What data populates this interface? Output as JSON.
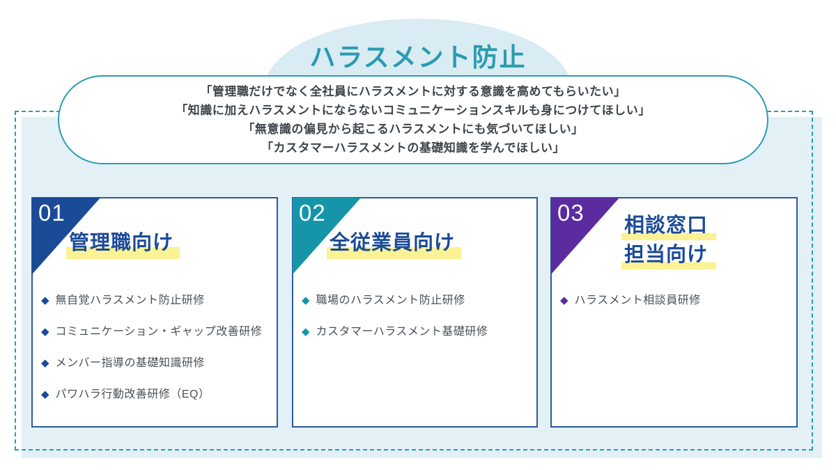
{
  "header": {
    "title": "ハラスメント防止"
  },
  "bubble": {
    "lines": [
      "「管理職だけでなく全社員にハラスメントに対する意識を高めてもらいたい」",
      "「知識に加えハラスメントにならないコミュニケーションスキルも身につけてほしい」",
      "「無意識の偏見から起こるハラスメントにも気づいてほしい」",
      "「カスタマーハラスメントの基礎知識を学んでほしい」"
    ]
  },
  "icons": {
    "bullet": "◆"
  },
  "colors": {
    "title_teal": "#2a9bb0",
    "navy": "#1b4b97",
    "teal": "#1695a9",
    "purple": "#5a2ca0",
    "card_border": "#2d5a9e",
    "highlight_yellow": "#faf293",
    "panel_fill": "#e3f1f7",
    "dome_fill": "#d9ebf3",
    "dashed_border": "#2a9ab5"
  },
  "cards": [
    {
      "number": "01",
      "accent": "#1b4b97",
      "title_lines": [
        "管理職向け"
      ],
      "items": [
        "無自覚ハラスメント防止研修",
        "コミュニケーション・ギャップ改善研修",
        "メンバー指導の基礎知識研修",
        "パワハラ行動改善研修（EQ）"
      ]
    },
    {
      "number": "02",
      "accent": "#1695a9",
      "title_lines": [
        "全従業員向け"
      ],
      "items": [
        "職場のハラスメント防止研修",
        "カスタマーハラスメント基礎研修"
      ]
    },
    {
      "number": "03",
      "accent": "#5a2ca0",
      "title_lines": [
        "相談窓口",
        "担当向け"
      ],
      "items": [
        "ハラスメント相談員研修"
      ]
    }
  ]
}
